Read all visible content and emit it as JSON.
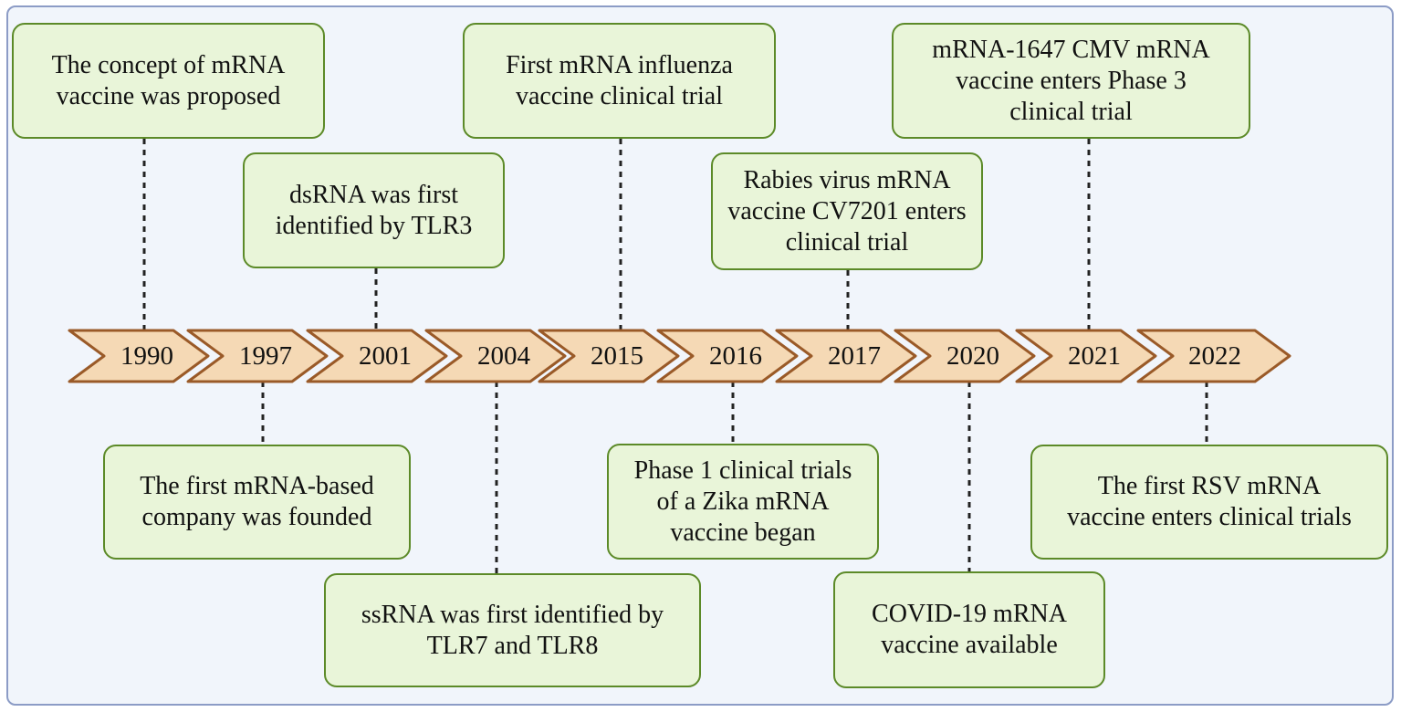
{
  "timeline": {
    "years": [
      "1990",
      "1997",
      "2001",
      "2004",
      "2015",
      "2016",
      "2017",
      "2020",
      "2021",
      "2022"
    ]
  },
  "events": {
    "e1990": "The concept of mRNA\nvaccine was proposed",
    "e1997": "The first mRNA-based\ncompany was founded",
    "e2001": "dsRNA was first\nidentified by TLR3",
    "e2004": "ssRNA was first identified by\nTLR7 and TLR8",
    "e2015": "First mRNA influenza\nvaccine clinical trial",
    "e2016": "Phase 1 clinical trials\nof a Zika mRNA\nvaccine began",
    "e2017": "Rabies virus mRNA\nvaccine CV7201 enters\nclinical trial",
    "e2020": "COVID-19 mRNA\nvaccine available",
    "e2021": "mRNA-1647 CMV mRNA\nvaccine enters Phase 3\nclinical trial",
    "e2022": "The first RSV mRNA\nvaccine enters clinical trials"
  },
  "colors": {
    "box_fill": "#e9f5d9",
    "box_border": "#5c8a28",
    "chevron_fill": "#f5d9b5",
    "chevron_border": "#9a5a28",
    "frame_border": "#8c9cc6",
    "background": "#f1f5fb"
  }
}
